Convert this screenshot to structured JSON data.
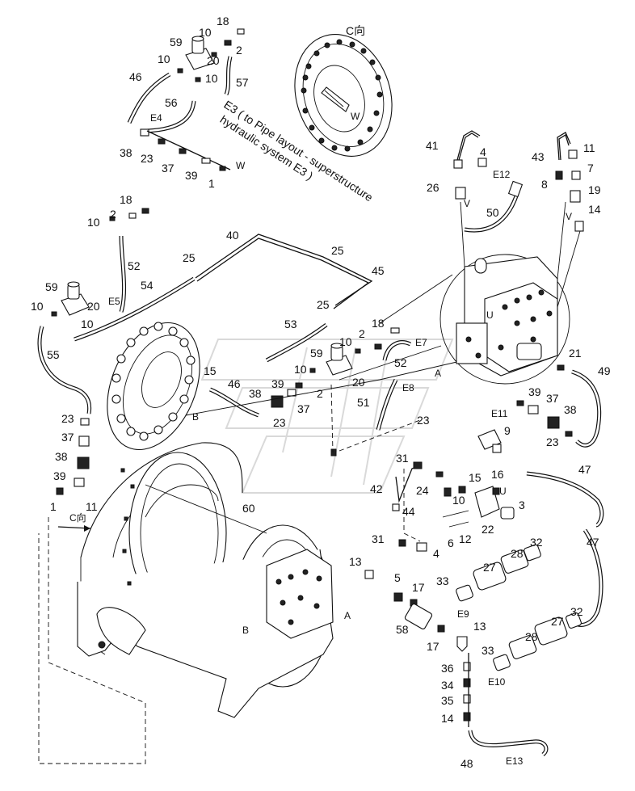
{
  "diagram": {
    "view_label": "C向",
    "left_view_label": "C向",
    "note_line1": "E3 ( to Pipe layout - superstructure",
    "note_line2": "hydraulic system E3 )",
    "port_labels": {
      "W1": "W",
      "W2": "W",
      "V1": "V",
      "V2": "V",
      "U1": "U",
      "U2": "U",
      "A1": "A",
      "A2": "A",
      "B1": "B",
      "B2": "B"
    },
    "connection_labels": [
      "E3",
      "E4",
      "E5",
      "E7",
      "E8",
      "E9",
      "E10",
      "E11",
      "E12",
      "E13"
    ],
    "callouts": {
      "c1": "18",
      "c2": "59",
      "c3": "10",
      "c4": "2",
      "c5": "10",
      "c6": "20",
      "c7": "57",
      "c8": "46",
      "c9": "10",
      "c10": "56",
      "c11": "E4",
      "c12": "38",
      "c13": "23",
      "c14": "37",
      "c15": "39",
      "c16": "1",
      "c17": "W",
      "c18": "18",
      "c19": "10",
      "c20": "2",
      "c21": "52",
      "c22": "54",
      "c23": "59",
      "c24": "10",
      "c25": "20",
      "c26": "E5",
      "c27": "10",
      "c28": "55",
      "c29": "23",
      "c30": "37",
      "c31": "38",
      "c32": "39",
      "c33": "1",
      "c34": "11",
      "c35": "40",
      "c36": "25",
      "c37": "25",
      "c38": "45",
      "c39": "25",
      "c40": "53",
      "c41": "18",
      "c42": "10",
      "c43": "2",
      "c44": "E7",
      "c45": "59",
      "c46": "10",
      "c47": "52",
      "c48": "15",
      "c49": "46",
      "c50": "39",
      "c51": "2",
      "c52": "38",
      "c53": "37",
      "c54": "23",
      "c55": "20",
      "c56": "E8",
      "c57": "51",
      "c58": "B",
      "c59": "41",
      "c60": "4",
      "c61": "26",
      "c62": "E12",
      "c63": "50",
      "c64": "43",
      "c65": "11",
      "c66": "7",
      "c67": "8",
      "c68": "19",
      "c69": "14",
      "c70": "21",
      "c71": "49",
      "c72": "E11",
      "c73": "39",
      "c74": "37",
      "c75": "38",
      "c76": "23",
      "c77": "9",
      "c78": "23",
      "c79": "47",
      "c80": "16",
      "c81": "15",
      "c82": "3",
      "c83": "31",
      "c84": "24",
      "c85": "42",
      "c86": "44",
      "c87": "10",
      "c88": "12",
      "c89": "22",
      "c90": "6",
      "c91": "31",
      "c92": "4",
      "c93": "47",
      "c94": "32",
      "c95": "28",
      "c96": "27",
      "c97": "33",
      "c98": "E9",
      "c99": "13",
      "c100": "5",
      "c101": "17",
      "c102": "58",
      "c103": "17",
      "c104": "13",
      "c105": "36",
      "c106": "34",
      "c107": "35",
      "c108": "14",
      "c109": "32",
      "c110": "27",
      "c111": "28",
      "c112": "33",
      "c113": "E10",
      "c114": "48",
      "c115": "E13",
      "c116": "60",
      "c117": "A",
      "c118": "B",
      "c119": "U"
    }
  }
}
